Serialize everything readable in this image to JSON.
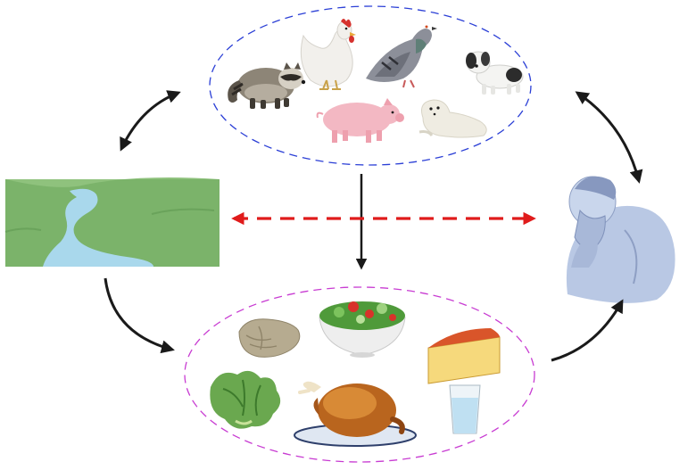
{
  "diagram": {
    "type": "transmission-cycle",
    "nodes": [
      {
        "id": "animal-reservoirs",
        "icons": [
          "raccoon-icon",
          "chicken-icon",
          "pigeon-icon",
          "dog-icon",
          "pig-icon",
          "seal-icon"
        ]
      },
      {
        "id": "environment-water",
        "icons": [
          "river-icon"
        ]
      },
      {
        "id": "contaminated-food",
        "icons": [
          "oyster-icon",
          "salad-bowl-icon",
          "cheese-icon",
          "lettuce-icon",
          "roast-chicken-icon",
          "water-glass-icon"
        ]
      },
      {
        "id": "sick-human",
        "icons": [
          "sick-person-icon"
        ]
      }
    ],
    "edges": [
      {
        "from": "animal-reservoirs",
        "to": "environment-water",
        "style": "solid",
        "direction": "both"
      },
      {
        "from": "animal-reservoirs",
        "to": "sick-human",
        "style": "solid",
        "direction": "both"
      },
      {
        "from": "animal-reservoirs",
        "to": "contaminated-food",
        "style": "solid",
        "direction": "forward"
      },
      {
        "from": "environment-water",
        "to": "contaminated-food",
        "style": "solid",
        "direction": "forward"
      },
      {
        "from": "contaminated-food",
        "to": "sick-human",
        "style": "solid",
        "direction": "forward"
      },
      {
        "from": "environment-water",
        "to": "sick-human",
        "style": "dashed",
        "direction": "both"
      }
    ],
    "colors": {
      "animal_group_border": "#2b3fd6",
      "food_group_border": "#c83cd2",
      "dashed_arrow": "#e01b1b",
      "solid_arrow": "#1a1a1a",
      "grass": "#7bb36a",
      "water": "#a9d8ec",
      "person": "#b9c8e4"
    }
  }
}
